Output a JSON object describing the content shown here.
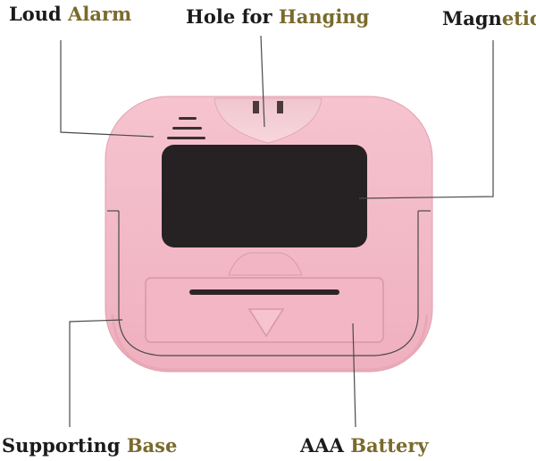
{
  "colors": {
    "label_dark": "#1b1b1b",
    "label_accent": "#7a6a2c",
    "body_pink": "#f3b9c6",
    "body_pink_shade": "#e7a5b4",
    "screen": "#262224",
    "line": "#4a4a4a"
  },
  "labels": {
    "loud_alarm": {
      "part1": "Loud ",
      "part2": "Alarm"
    },
    "hole_for_hanging": {
      "part1": "Hole for ",
      "part2": "Hanging"
    },
    "magnetic": {
      "part1": "Magn",
      "part2": "etic"
    },
    "supporting_base": {
      "part1": "Supporting ",
      "part2": "Base"
    },
    "aaa_battery": {
      "part1": "AAA ",
      "part2": "Battery"
    }
  },
  "icons": {
    "speaker_grille": "speaker-grille-icon",
    "arrow": "down-arrow-icon"
  }
}
